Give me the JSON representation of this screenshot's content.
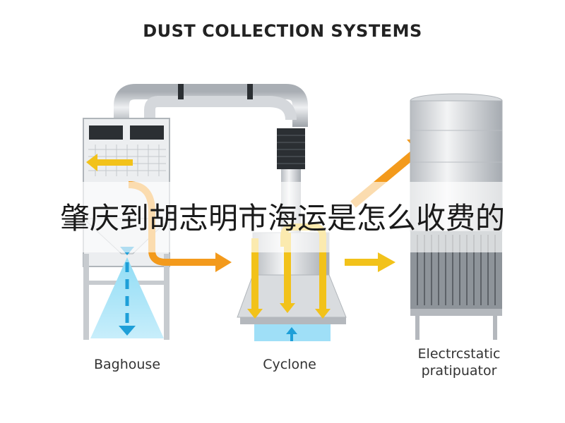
{
  "title": "DUST COLLECTION SYSTEMS",
  "units": [
    {
      "id": "baghouse",
      "label": "Baghouse"
    },
    {
      "id": "cyclone",
      "label": "Cyclone"
    },
    {
      "id": "esp",
      "label_line1": "Electrcstatic",
      "label_line2": "pratipuator"
    }
  ],
  "overlay_text": "肇庆到胡志明市海运是怎么收费的",
  "colors": {
    "duct": "#c9cdd2",
    "vessel": "#e2e5e8",
    "dark": "#2b2f33",
    "flow_yellow": "#f2c21a",
    "flow_orange": "#f39a1c",
    "dust_blue": "#6fd0f0"
  }
}
